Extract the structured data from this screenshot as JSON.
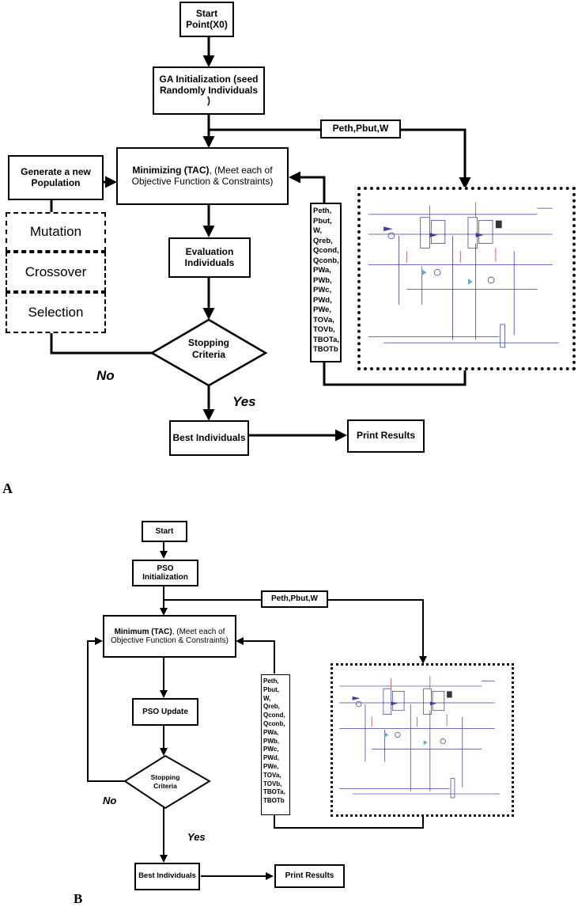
{
  "figureA": {
    "letter": "A",
    "start": "Start Point(X0)",
    "init": "GA Initialization (seed Randomly Individuals )",
    "objective_bold": "Minimizing (TAC)",
    "objective_rest": ", (Meet each of Objective Function & Constraints)",
    "generate": "Generate a new Population",
    "mutation": "Mutation",
    "crossover": "Crossover",
    "selection": "Selection",
    "evaluation": "Evaluation Individuals",
    "stopping": "Stopping Criteria",
    "no": "No",
    "yes": "Yes",
    "best": "Best Individuals",
    "print": "Print Results",
    "inputs": "Peth,Pbut,W",
    "vars": "Peth,\nPbut,\nW,\nQreb,\nQcond,\nQconb,\nPWa,\nPWb,\nPWc,\nPWd,\nPWe,\nTOVa,\nTOVb,\nTBOTa,\nTBOTb"
  },
  "figureB": {
    "letter": "B",
    "start": "Start",
    "init": "PSO Initialization",
    "objective_bold": "Minimum (TAC)",
    "objective_rest": ", (Meet each of Objective Function & Constraints)",
    "update": "PSO Update",
    "stopping": "Stopping Criteria",
    "no": "No",
    "yes": "Yes",
    "best": "Best Individuals",
    "print": "Print Results",
    "inputs": "Peth,Pbut,W",
    "vars": "Peth,\nPbut,\nW,\nQreb,\nQcond,\nQconb,\nPWa,\nPWb,\nPWc,\nPWd,\nPWe,\nTOVa,\nTOVb,\nTBOTa,\nTBOTb"
  },
  "colors": {
    "line": "#000000",
    "schematic_blue": "#3b3f9e",
    "schematic_red": "#c0392b"
  }
}
